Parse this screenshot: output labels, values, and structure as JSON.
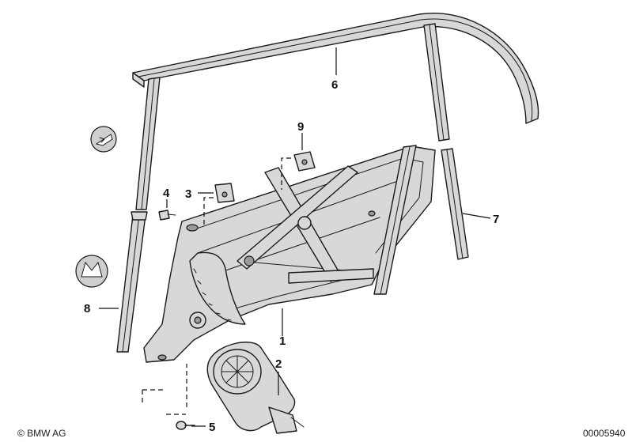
{
  "callouts": [
    {
      "id": "1",
      "label": "1"
    },
    {
      "id": "2",
      "label": "2"
    },
    {
      "id": "3",
      "label": "3"
    },
    {
      "id": "4",
      "label": "4"
    },
    {
      "id": "5",
      "label": "5"
    },
    {
      "id": "6",
      "label": "6"
    },
    {
      "id": "7",
      "label": "7"
    },
    {
      "id": "8",
      "label": "8"
    },
    {
      "id": "9",
      "label": "9"
    }
  ],
  "footer": {
    "copyright": "© BMW AG",
    "diagram_number": "00005940"
  },
  "icons": [
    "clip-symbol-icon-upper",
    "clip-symbol-icon-lower"
  ]
}
